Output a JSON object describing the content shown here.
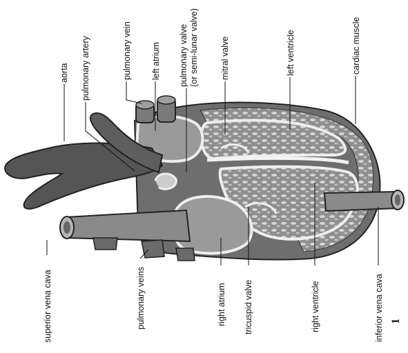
{
  "figure": {
    "labels": {
      "aorta": "aorta",
      "pulmonary_artery": "pulmonary artery",
      "pulmonary_vein": "pulmonary vein",
      "left_atrium": "left atrium",
      "pulmonary_valve_line1": "pulmonary valve",
      "pulmonary_valve_line2": "(or semi-lunar valve)",
      "mitral_valve": "mitral valve",
      "left_ventricle": "left ventricle",
      "cardiac_muscle": "cardiac muscle",
      "superior_vena_cava": "superior vena cava",
      "pulmonary_veins": "pulmonary veins",
      "right_atrium": "right atrium",
      "tricuspid_valve": "tricuspid valve",
      "right_ventricle": "right ventricle",
      "inferior_vena_cava": "inferior vena cava"
    },
    "page_number": "1"
  }
}
